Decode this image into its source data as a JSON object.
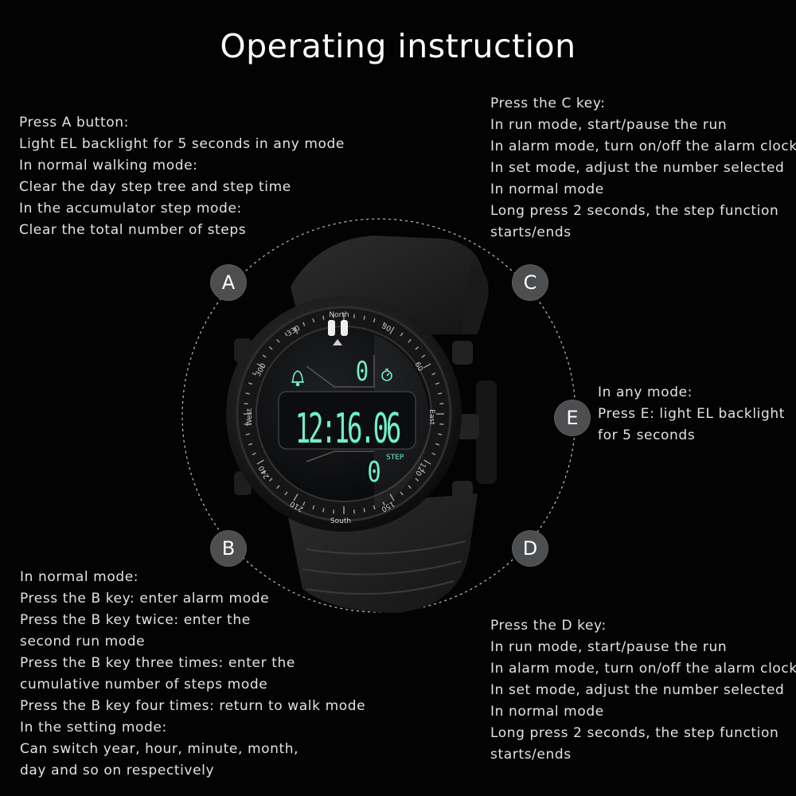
{
  "title": "Operating instruction",
  "badges": {
    "a": "A",
    "b": "B",
    "c": "C",
    "d": "D",
    "e": "E"
  },
  "instructions": {
    "a": [
      "Press A button:",
      "Light EL backlight for 5 seconds in any mode",
      "In normal walking mode:",
      "Clear the day step tree and step time",
      "In the accumulator step mode:",
      "Clear the total number of steps"
    ],
    "c": [
      "Press the C key:",
      "In run mode, start/pause the run",
      "In alarm mode, turn on/off the alarm clock",
      "In set mode, adjust the number selected",
      "In normal mode",
      "Long press 2 seconds, the step function",
      "starts/ends"
    ],
    "e": [
      "In any mode:",
      "Press E: light EL backlight",
      "for 5 seconds"
    ],
    "b": [
      "In normal mode:",
      "Press the B key: enter alarm mode",
      "Press the B key twice: enter the",
      "second run mode",
      "Press the B key three times: enter the",
      "cumulative number of steps mode",
      "Press the B key four times: return to walk mode",
      "In the setting mode:",
      "Can switch year, hour, minute, month,",
      "day and so on respectively"
    ],
    "d": [
      "Press the D key:",
      "In run mode, start/pause the run",
      "In alarm mode, turn on/off the alarm clock",
      "In set mode, adjust the number selected",
      "In normal mode",
      "Long press 2 seconds, the step function",
      "starts/ends"
    ]
  },
  "watch": {
    "bezel_north": "North",
    "bezel_south": "South",
    "bezel_east": "East",
    "bezel_west": "West",
    "bezel_numbers": {
      "n30": "30",
      "n60": "60",
      "n120": "120",
      "n150": "150",
      "n210": "210",
      "n240": "240",
      "n300": "300",
      "n330": "330"
    },
    "top_digit": "0",
    "main_time": "12:16.06",
    "bottom_digit": "0",
    "step_label": "STEP",
    "lcd_color": "#6ff0c8"
  }
}
